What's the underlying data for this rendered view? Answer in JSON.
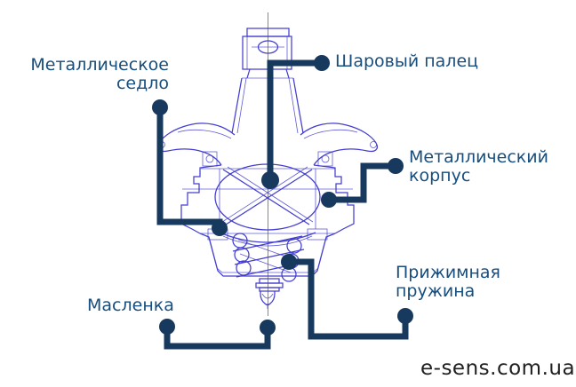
{
  "colors": {
    "label": "#174e7d",
    "callout": "#17395e",
    "blueprint": "#433ecf",
    "watermark": "#1f1f1f"
  },
  "labels": {
    "seat": {
      "line1": "Металлическое",
      "line2": "седло"
    },
    "pin": {
      "line1": "Шаровый палец"
    },
    "body": {
      "line1": "Металлический",
      "line2": "корпус"
    },
    "spring": {
      "line1": "Прижимная",
      "line2": "пружина"
    },
    "oiler": {
      "line1": "Масленка"
    }
  },
  "watermark": "e-sens.com.ua"
}
